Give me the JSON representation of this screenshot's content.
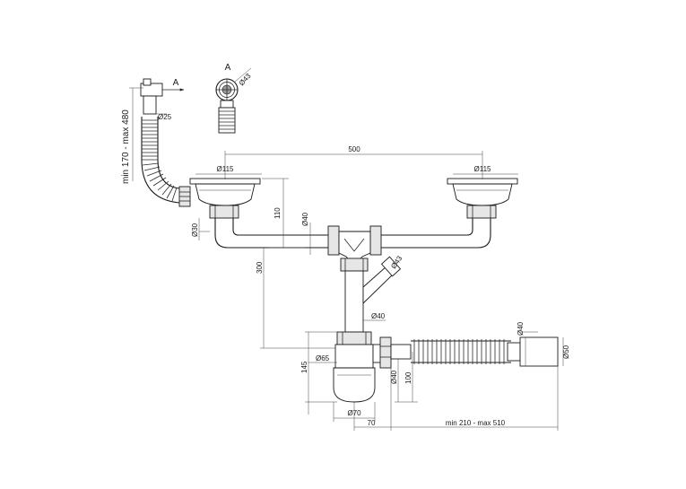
{
  "diagram": {
    "view_label": "A",
    "section_arrow_label": "A",
    "dimensions": {
      "overflow_diameter": "Ø43",
      "hose_length": "min 170 - max 480",
      "hose_diameter": "Ø25",
      "left_strainer": "Ø115",
      "right_strainer": "Ø115",
      "span": "500",
      "bowl_depth": "110",
      "branch_diameter": "Ø40",
      "outlet_diameter": "Ø30",
      "total_height": "300",
      "inlet_diameter": "Ø43",
      "riser_diameter": "Ø40",
      "trap_diameter": "Ø65",
      "trap_height": "145",
      "outlet_bottom_diameter": "Ø40",
      "outlet_height": "100",
      "trap_base_diameter": "Ø70",
      "offset": "70",
      "extension": "min 210 - max 510",
      "end_diameter_40": "Ø40",
      "end_diameter_50": "Ø50"
    }
  }
}
